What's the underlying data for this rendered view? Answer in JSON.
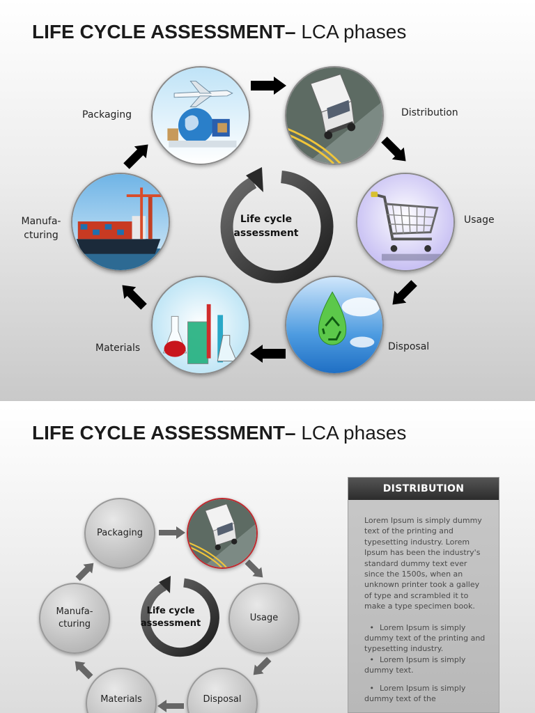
{
  "slide1": {
    "title_bold": "LIFE CYCLE ASSESSMENT–",
    "title_rest": " LCA phases",
    "center_line1": "Life cycle",
    "center_line2": "assessment",
    "labels": {
      "packaging": "Packaging",
      "distribution": "Distribution",
      "usage": "Usage",
      "disposal": "Disposal",
      "materials": "Materials",
      "manufacturing_1": "Manufa-",
      "manufacturing_2": "cturing"
    }
  },
  "slide2": {
    "title_bold": "LIFE CYCLE ASSESSMENT–",
    "title_rest": " LCA phases",
    "center_line1": "Life cycle",
    "center_line2": "assessment",
    "circles": {
      "packaging": "Packaging",
      "usage": "Usage",
      "disposal": "Disposal",
      "materials": "Materials",
      "manufacturing_1": "Manufa-",
      "manufacturing_2": "cturing"
    },
    "panel": {
      "heading": "DISTRIBUTION",
      "paragraph": "Lorem Ipsum is simply dummy text of the printing and typesetting industry. Lorem Ipsum has been the industry's standard dummy text ever since the 1500s, when an unknown printer took a galley of type and scrambled it to make a type specimen book.",
      "bullet_char": "•",
      "bullets": [
        "Lorem Ipsum is simply dummy text of the printing and typesetting industry.",
        "Lorem Ipsum is simply dummy text.",
        "Lorem Ipsum is simply dummy text of the"
      ]
    }
  },
  "colors": {
    "arrow": "#000000",
    "ring_dark": "#2a2a2a",
    "ring_light": "#6a6a6a",
    "highlight_border": "#c0282d",
    "panel_head": "#2c2c2c"
  }
}
